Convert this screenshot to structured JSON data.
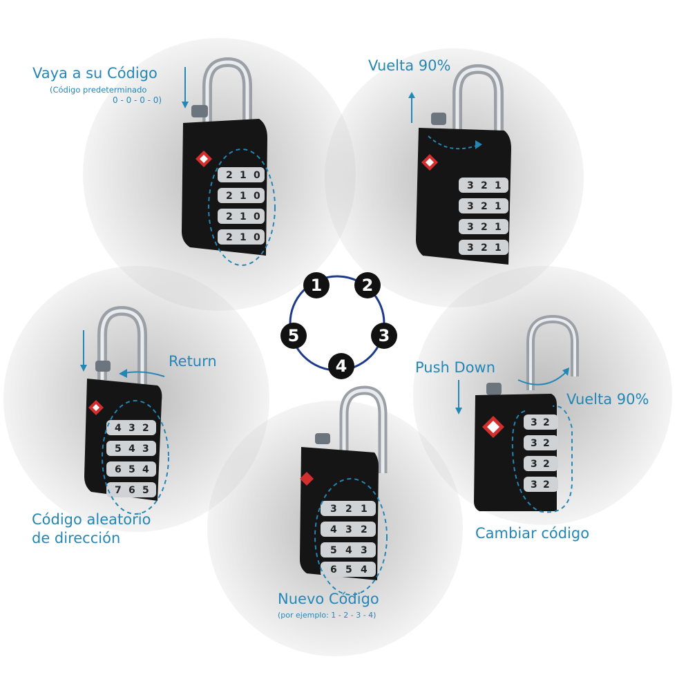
{
  "step1": {
    "title": "Vaya a su Código",
    "subtitle_line1": "(Código predeterminado",
    "subtitle_line2": "0 - 0 - 0 - 0)",
    "dials": [
      [
        "2",
        "1",
        "0"
      ],
      [
        "2",
        "1",
        "0"
      ],
      [
        "2",
        "1",
        "0"
      ],
      [
        "2",
        "1",
        "0"
      ]
    ]
  },
  "step2": {
    "title": "Vuelta 90%",
    "dials": [
      [
        "3",
        "2",
        "1"
      ],
      [
        "3",
        "2",
        "1"
      ],
      [
        "3",
        "2",
        "1"
      ],
      [
        "3",
        "2",
        "1"
      ]
    ]
  },
  "step3": {
    "push_label": "Push Down",
    "turn_label": "Vuelta 90%",
    "title": "Cambiar código",
    "dials": [
      [
        "3",
        "2"
      ],
      [
        "3",
        "2"
      ],
      [
        "3",
        "2"
      ],
      [
        "3",
        "2"
      ]
    ]
  },
  "step4": {
    "title": "Nuevo Código",
    "subtitle": "(por ejemplo: 1 - 2 - 3 - 4)",
    "dials": [
      [
        "3",
        "2",
        "1"
      ],
      [
        "4",
        "3",
        "2"
      ],
      [
        "5",
        "4",
        "3"
      ],
      [
        "6",
        "5",
        "4"
      ]
    ]
  },
  "step5": {
    "return_label": "Return",
    "title_line1": "Código aleatorio",
    "title_line2": "de dirección",
    "dials": [
      [
        "4",
        "3",
        "2"
      ],
      [
        "5",
        "4",
        "3"
      ],
      [
        "6",
        "5",
        "4"
      ],
      [
        "7",
        "6",
        "5"
      ]
    ]
  },
  "cycle": {
    "steps": [
      "1",
      "2",
      "3",
      "4",
      "5"
    ],
    "ring_color": "#1e3a8a"
  },
  "colors": {
    "accent": "#2486b5",
    "lock_body": "#151515",
    "tsa_red": "#d32f2f"
  }
}
